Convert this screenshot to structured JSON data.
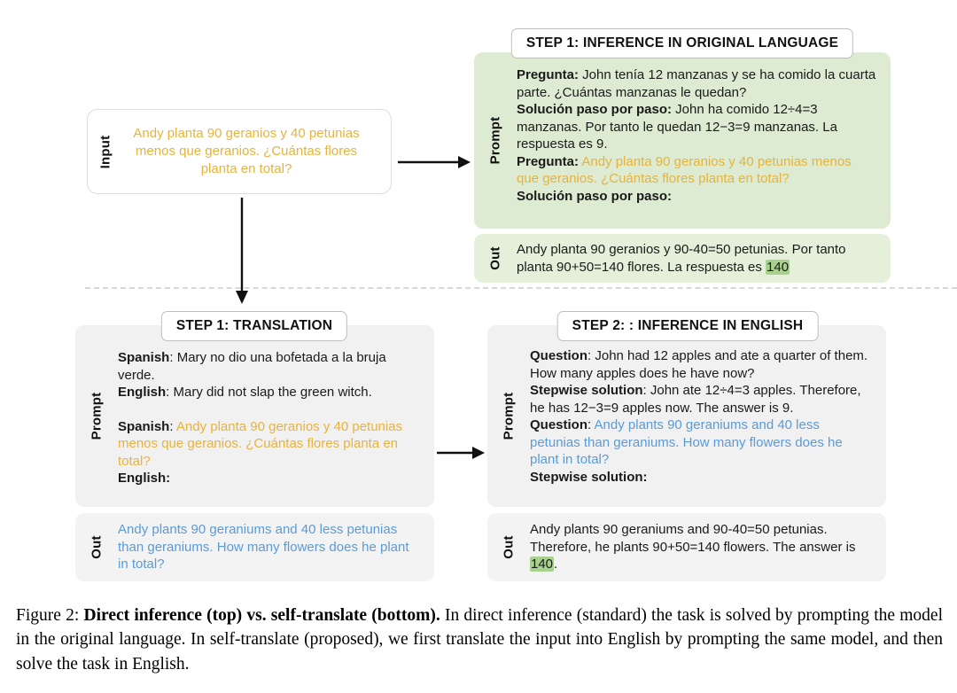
{
  "colors": {
    "orange_text": "#e7b33c",
    "blue_text": "#5b9bd5",
    "green_prompt_panel": "#dcebd1",
    "green_out_panel": "#e4f0da",
    "gray_panel": "#f1f1f2",
    "answer_highlight": "#a9d18e"
  },
  "direct": {
    "input": {
      "label": "Input",
      "text": "Andy planta 90 geranios y 40 petunias menos que geranios. ¿Cuántas flores planta en total?"
    },
    "title": "STEP 1: INFERENCE IN ORIGINAL LANGUAGE",
    "prompt_label": "Prompt",
    "out_label": "Out",
    "prompt": {
      "p1_label": "Pregunta:",
      "p1_text": " John tenía 12 manzanas y se ha comido la cuarta parte. ¿Cuántas manzanas le quedan?",
      "s1_label": "Solución paso por paso:",
      "s1_text": " John ha comido 12÷4=3 manzanas. Por tanto le quedan 12−3=9 manzanas. La respuesta es 9.",
      "p2_label": "Pregunta:",
      "p2_text": " Andy planta 90 geranios y 40 petunias menos que geranios. ¿Cuántas flores planta en total?",
      "s2_label": "Solución paso por paso:"
    },
    "out": {
      "text": "Andy planta 90 geranios y 90-40=50 petunias. Por tanto planta 90+50=140 flores. La respuesta es ",
      "highlight": "140"
    }
  },
  "translate": {
    "title": "STEP 1: TRANSLATION",
    "prompt_label": "Prompt",
    "out_label": "Out",
    "prompt": {
      "spanish1_label": "Spanish",
      "spanish1_text": ": Mary no dio una bofetada a la bruja verde.",
      "english1_label": "English",
      "english1_text": ": Mary did not slap the green witch.",
      "spanish2_label": "Spanish",
      "spanish2_sep": ": ",
      "spanish2_text": "Andy planta 90 geranios y 40 petunias menos que geranios. ¿Cuántas flores planta en total?",
      "english2_label": "English:"
    },
    "out": {
      "text": "Andy plants 90 geraniums and 40 less petunias than geraniums. How many flowers does he plant in total?"
    }
  },
  "english": {
    "title": "STEP 2: : INFERENCE IN ENGLISH",
    "prompt_label": "Prompt",
    "out_label": "Out",
    "prompt": {
      "q1_label": "Question",
      "q1_text": ": John had 12 apples and ate a quarter of them. How many apples does he have now?",
      "s1_label": "Stepwise solution",
      "s1_text": ": John ate 12÷4=3 apples. Therefore, he has 12−3=9 apples now. The answer is 9.",
      "q2_label": "Question",
      "q2_sep": ": ",
      "q2_text": "Andy plants 90 geraniums and 40 less petunias than geraniums. How many flowers does he plant in total?",
      "s2_label": "Stepwise solution:"
    },
    "out": {
      "text": "Andy plants 90 geraniums and 90-40=50 petunias. Therefore, he plants 90+50=140 flowers. The answer is ",
      "highlight": "140",
      "period": "."
    }
  },
  "caption": {
    "figure_label": "Figure 2: ",
    "bold": "Direct inference (top) vs. self-translate (bottom).",
    "text": " In direct inference (standard) the task is solved by prompting the model in the original language. In self-translate (proposed), we first translate the input into English by prompting the same model, and then solve the task in English."
  }
}
